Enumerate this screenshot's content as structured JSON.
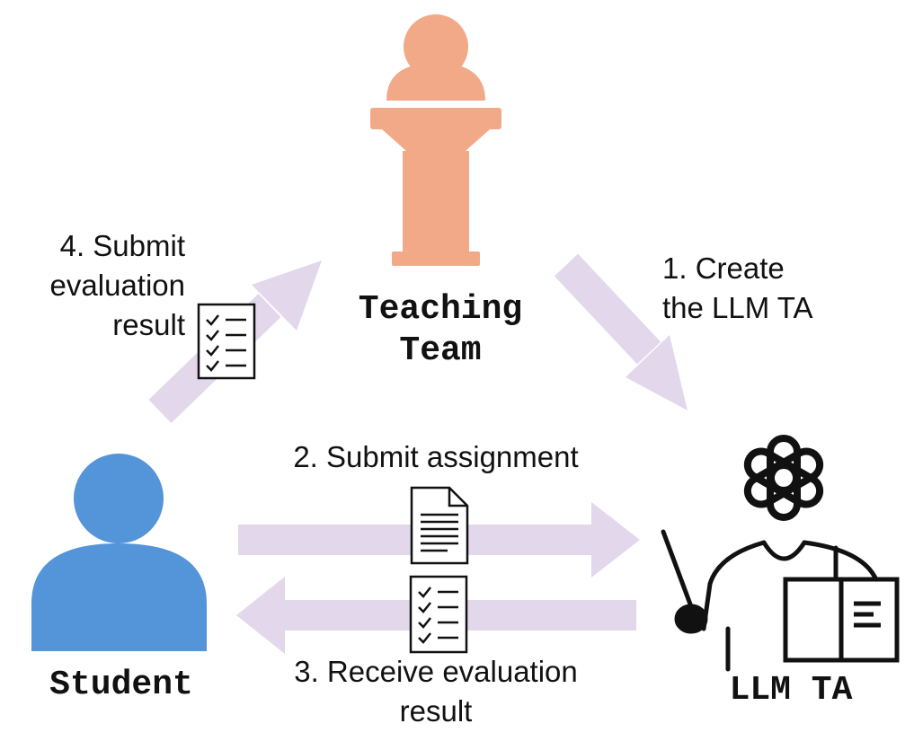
{
  "actors": {
    "teaching_team": {
      "line1": "Teaching",
      "line2": "Team"
    },
    "student": "Student",
    "llm_ta": "LLM TA"
  },
  "steps": {
    "step1": {
      "line1": "1. Create",
      "line2": "the LLM TA"
    },
    "step2": "2. Submit assignment",
    "step3": {
      "line1": "3. Receive evaluation",
      "line2": "result"
    },
    "step4": {
      "line1": "4. Submit",
      "line2": "evaluation",
      "line3": "result"
    }
  },
  "colors": {
    "arrow": "#e2d7eb",
    "teaching_team": "#f2a987",
    "student": "#5494d8",
    "ink": "#111111"
  },
  "icons": [
    "podium-person-icon",
    "person-icon",
    "openai-logo-icon",
    "teacher-with-pointer-icon",
    "book-icon",
    "checklist-icon",
    "document-icon"
  ]
}
